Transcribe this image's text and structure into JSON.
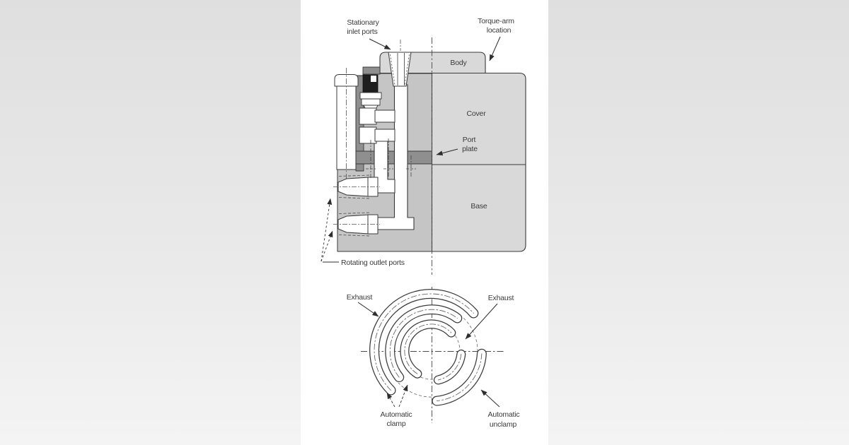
{
  "figure_top": {
    "callout_stationary_line1": "Stationary",
    "callout_stationary_line2": "inlet ports",
    "callout_torque_line1": "Torque-arm",
    "callout_torque_line2": "location",
    "part_body": "Body",
    "part_cover": "Cover",
    "callout_port_plate_line1": "Port",
    "callout_port_plate_line2": "plate",
    "part_base": "Base",
    "callout_rotating_outlet": "Rotating outlet ports"
  },
  "figure_bottom": {
    "callout_exhaust_left": "Exhaust",
    "callout_exhaust_right": "Exhaust",
    "callout_clamp_line1": "Automatic",
    "callout_clamp_line2": "clamp",
    "callout_unclamp_line1": "Automatic",
    "callout_unclamp_line2": "unclamp"
  },
  "colors": {
    "panel_background": "#ffffff",
    "side_background_top": "#dfdfdf",
    "side_background_bottom": "#f4f4f4",
    "housing_gray": "#c5c5c5",
    "block_gray": "#d9d9d9",
    "dark_gray": "#8f8f8f",
    "seal_black": "#1f1f1f",
    "line_color": "#3a3a3a",
    "label_color": "#3b3b3b"
  }
}
